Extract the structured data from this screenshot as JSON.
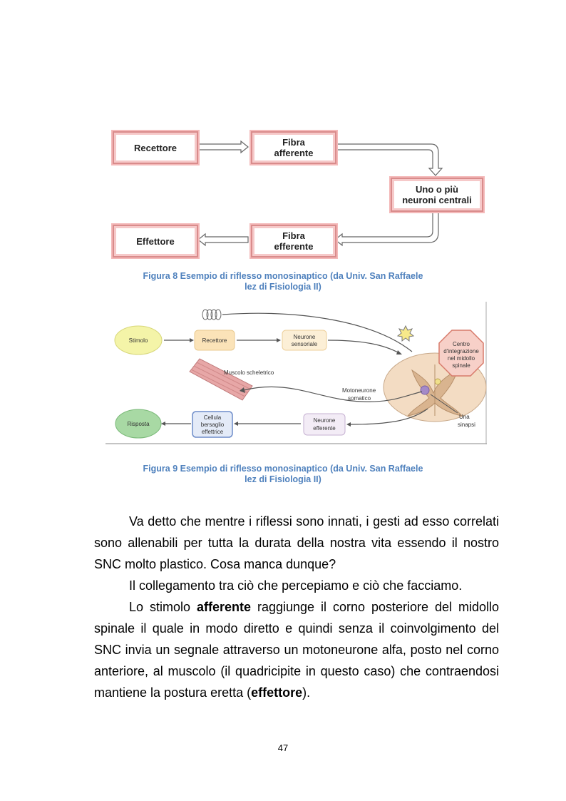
{
  "figure8": {
    "boxes": {
      "recettore": "Recettore",
      "fibra_afferente": "Fibra\nafferente",
      "neuroni_centrali": "Uno o più\nneuroni centrali",
      "fibra_efferente": "Fibra\nefferente",
      "effettore": "Effettore"
    },
    "caption_line1": "Figura 8 Esempio di riflesso monosinaptico (da Univ. San Raffaele",
    "caption_line2": "lez di Fisiologia II)"
  },
  "figure9": {
    "labels": {
      "stimolo": "Stimolo",
      "recettore": "Recettore",
      "neurone_sensoriale_1": "Neurone",
      "neurone_sensoriale_2": "sensoriale",
      "centro_1": "Centro",
      "centro_2": "d'integrazione",
      "centro_3": "nel midollo",
      "centro_4": "spinale",
      "muscolo": "Muscolo scheletrico",
      "motoneurone_1": "Motoneurone",
      "motoneurone_2": "somatico",
      "una_sinapsi_1": "Una",
      "una_sinapsi_2": "sinapsi",
      "risposta": "Risposta",
      "cellula_1": "Cellula",
      "cellula_2": "bersaglio",
      "cellula_3": "effettrice",
      "neurone_efferente_1": "Neurone",
      "neurone_efferente_2": "efferente"
    },
    "caption_line1": "Figura 9 Esempio di riflesso monosinaptico (da Univ. San Raffaele",
    "caption_line2": "lez di Fisiologia II)"
  },
  "body": {
    "p1": "Va detto che mentre i riflessi sono innati, i gesti ad esso correlati sono allenabili per tutta la durata della nostra vita essendo il nostro SNC molto plastico. Cosa manca dunque?",
    "p2": "Il collegamento tra ciò che percepiamo e ciò che facciamo.",
    "p3_a": "Lo stimolo ",
    "p3_bold1": "afferente",
    "p3_b": " raggiunge il corno posteriore del midollo spinale il quale in modo diretto e quindi senza il coinvolgimento del SNC invia un segnale attraverso un motoneurone alfa, posto nel corno anteriore, al muscolo (il quadricipite in questo caso) che contraendosi mantiene la postura eretta (",
    "p3_bold2": "effettore",
    "p3_c": ")."
  },
  "page_number": "47"
}
